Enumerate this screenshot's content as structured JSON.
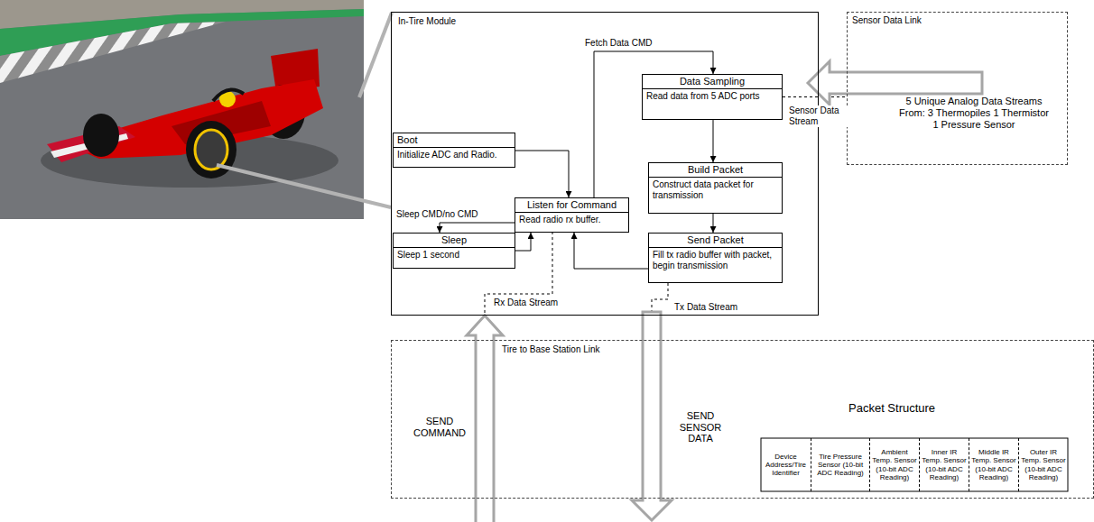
{
  "diagram": {
    "nodes": [
      {
        "text": [
          "In-Tire Module"
        ]
      },
      {
        "text": [
          "Data Sampling",
          "Read data from 5 ADC ports"
        ],
        "in": 0
      },
      {
        "text": [
          "Boot",
          "Initialize ADC and Radio."
        ],
        "in": 0
      },
      {
        "text": [
          "Build Packet",
          "Construct data packet for transmission"
        ],
        "in": 0
      },
      {
        "text": [
          "Listen for Command",
          "Read radio rx buffer."
        ],
        "in": 0
      },
      {
        "text": [
          "Sleep",
          "Sleep 1 second"
        ],
        "in": 0
      },
      {
        "text": [
          "Send Packet",
          "Fill tx radio buffer with packet, begin transmission"
        ],
        "in": 0
      },
      {
        "text": [
          "Sensor Data Link",
          "5 Unique Analog Data Streams From: 3 Thermopiles 1 Thermistor 1 Pressure Sensor"
        ]
      },
      {
        "text": [
          "Tire to Base Station Link"
        ]
      }
    ],
    "edges": [
      {
        "from": 2,
        "to": 4,
        "arrow": "to"
      },
      {
        "from": 4,
        "to": 5,
        "label": "Sleep CMD/no CMD",
        "arrow": "to"
      },
      {
        "from": 5,
        "to": 4,
        "arrow": "to"
      },
      {
        "from": 4,
        "to": 1,
        "label": "Fetch Data CMD",
        "arrow": "to"
      },
      {
        "from": 1,
        "to": 3,
        "arrow": "to"
      },
      {
        "from": 3,
        "to": 6,
        "arrow": "to"
      },
      {
        "from": 6,
        "to": 4,
        "arrow": "to"
      },
      {
        "from": 1,
        "to": 7,
        "label": "Sensor Data Stream",
        "arrow": "none"
      },
      {
        "from": 8,
        "to": 4,
        "label": "Rx Data Stream",
        "arrow": "none"
      },
      {
        "from": 6,
        "to": 8,
        "label": "Tx Data Stream",
        "arrow": "none"
      }
    ],
    "labels": [
      "SEND COMMAND",
      "SEND SENSOR DATA",
      "Packet Structure",
      "Device Address/Tire Identifier",
      "Tire Pressure Sensor (10-bit ADC Reading)",
      "Ambient Temp. Sensor (10-bit ADC Reading)",
      "Inner IR Temp. Sensor (10-bit ADC Reading)",
      "Middle IR Temp. Sensor (10-bit ADC Reading)",
      "Outer IR Temp. Sensor (10-bit ADC Reading)"
    ]
  }
}
